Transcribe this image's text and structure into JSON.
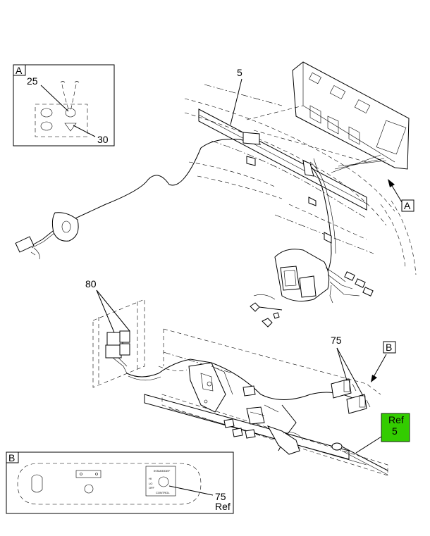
{
  "callouts": {
    "detail_a_letter": "A",
    "detail_a_25": "25",
    "detail_a_30": "30",
    "label_5": "5",
    "label_a_arrow": "A",
    "label_80": "80",
    "label_75": "75",
    "label_b_arrow": "B",
    "ref_box_line1": "Ref",
    "ref_box_line2": "5",
    "detail_b_letter": "B",
    "detail_b_75": "75",
    "detail_b_ref": "Ref"
  },
  "panel_text": {
    "top": "INTAKE/DEF",
    "left_a": "HI",
    "left_b": "LO",
    "left_c": "OFF",
    "bottom": "CONTROL"
  },
  "colors": {
    "ref_box_fill": "#33cc00",
    "line": "#000000"
  }
}
